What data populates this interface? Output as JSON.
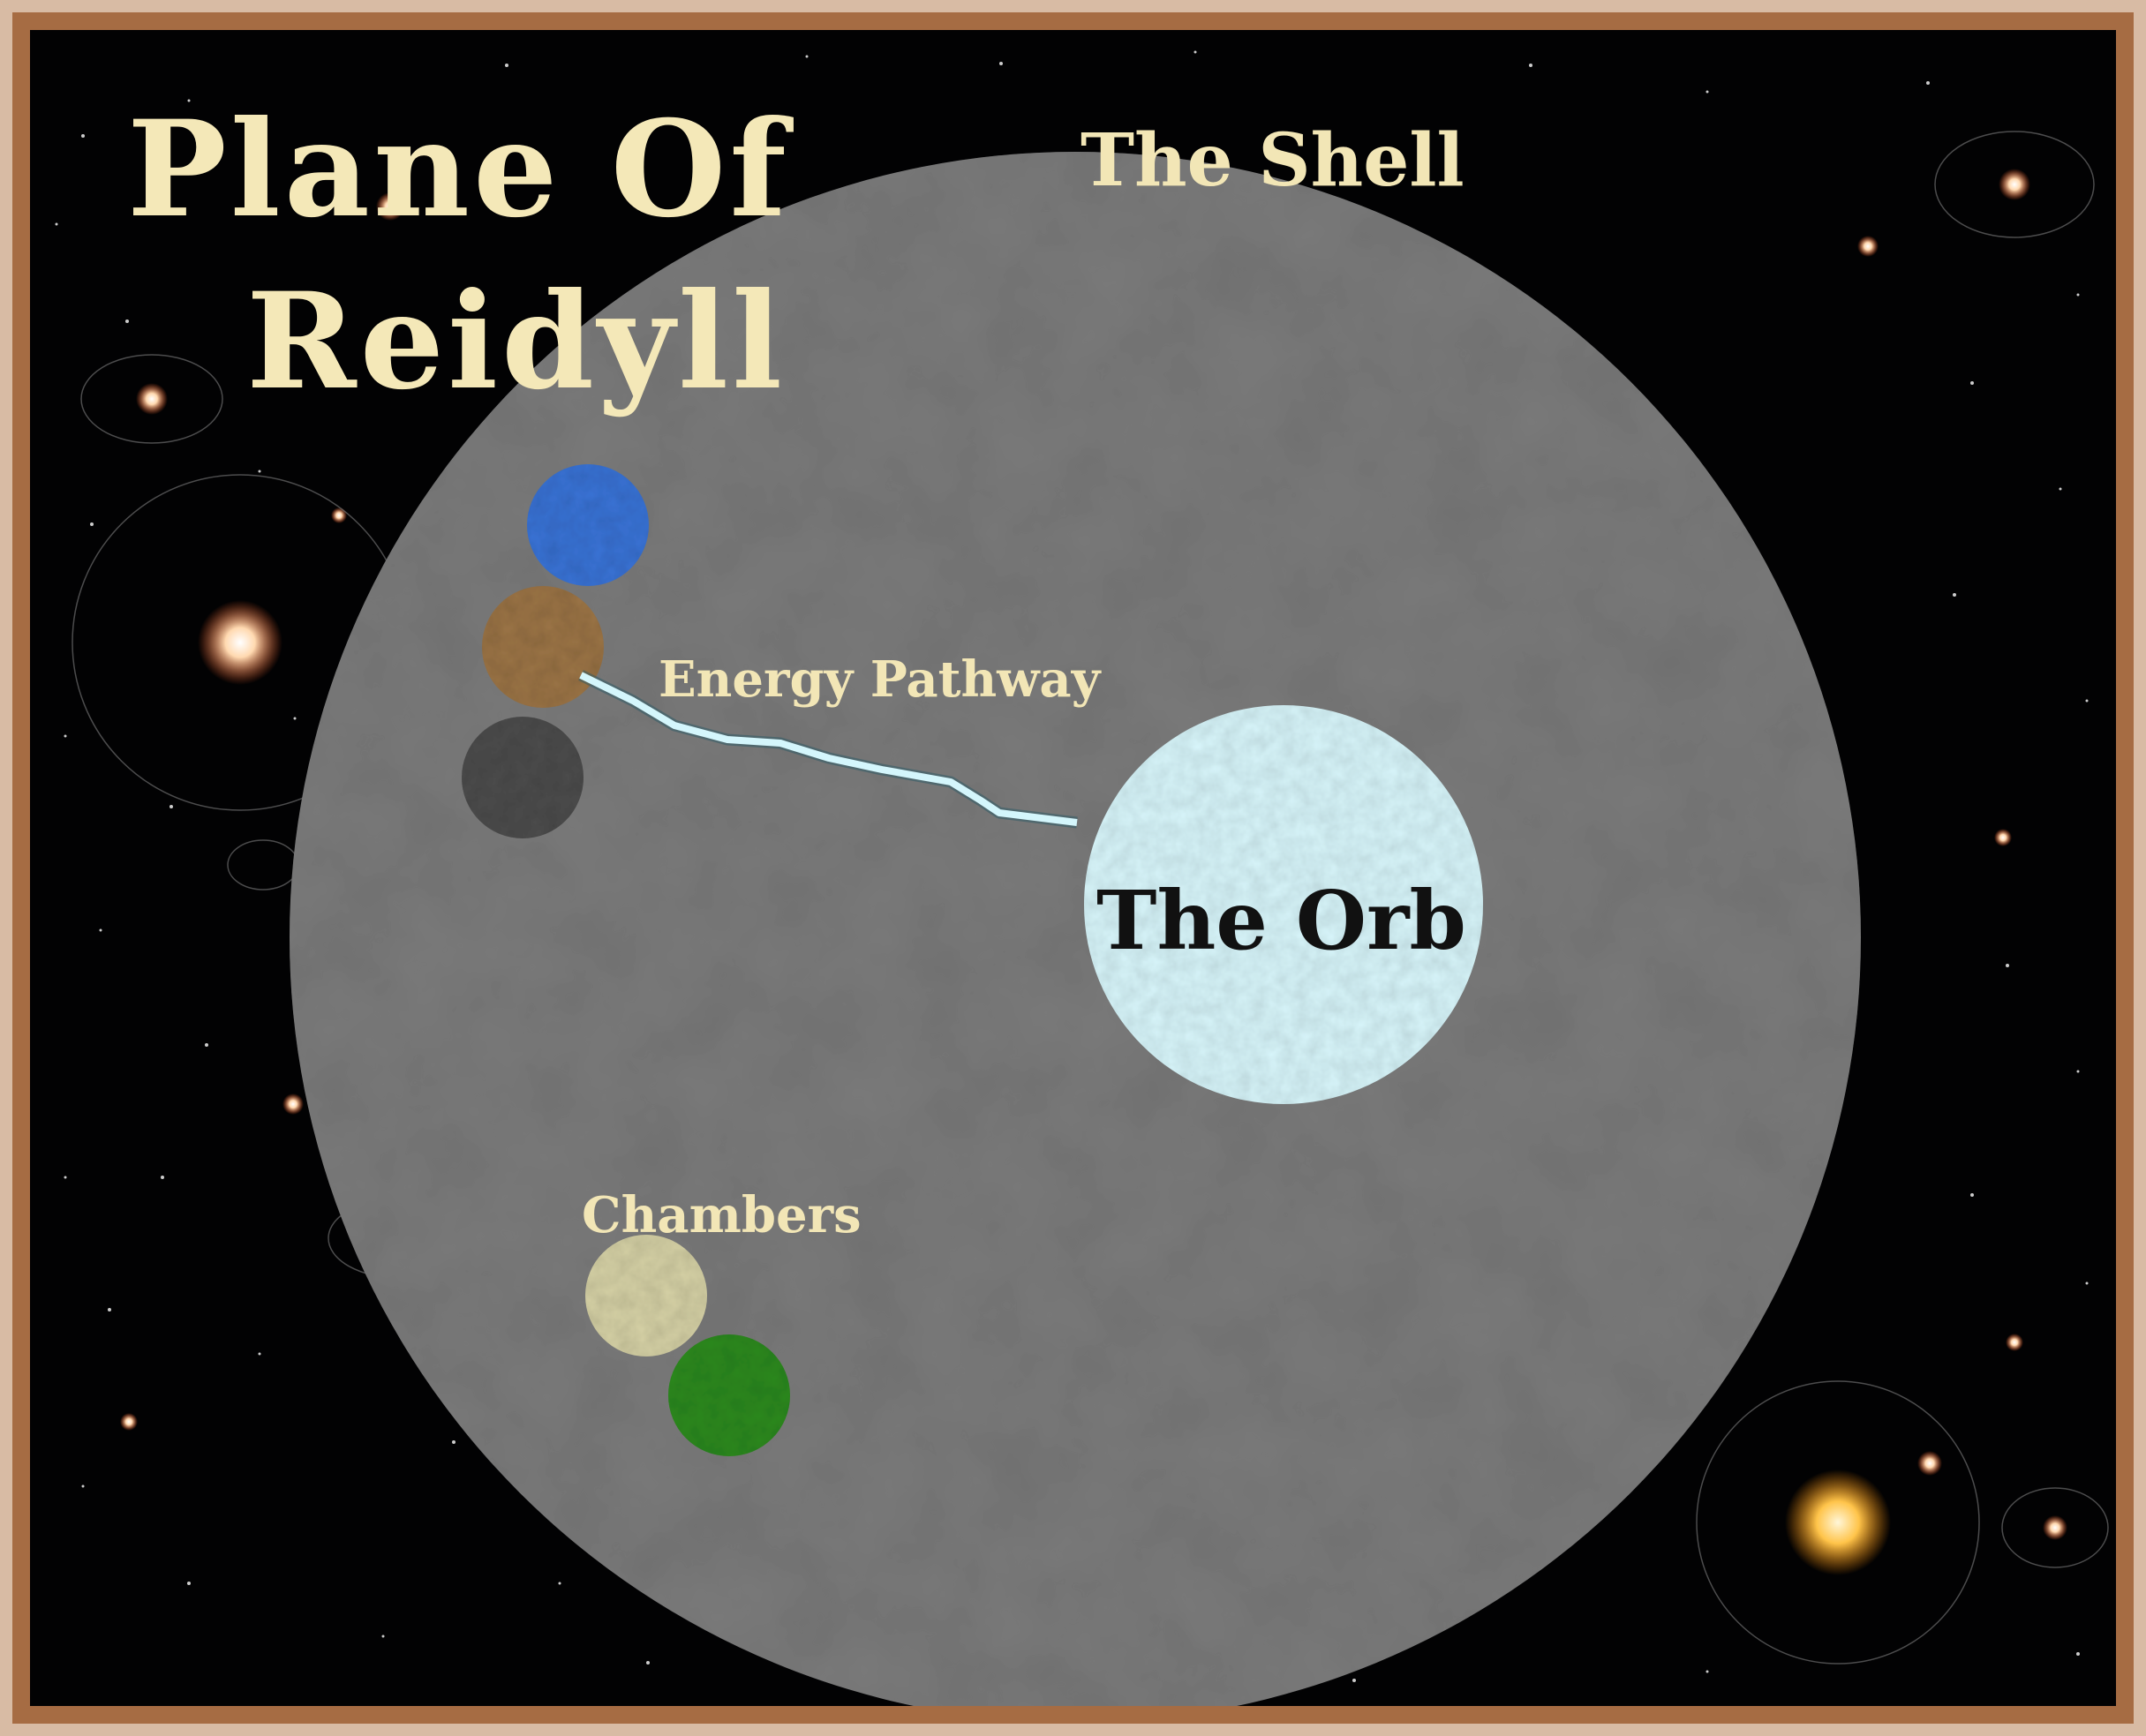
{
  "map": {
    "title_line1": "Plane Of",
    "title_line2": "Reidyll",
    "labels": {
      "shell": "The Shell",
      "energy_pathway": "Energy Pathway",
      "orb": "The Orb",
      "chambers": "Chambers"
    },
    "colors": {
      "background": "#020203",
      "frame_outer": "#d8bba4",
      "frame_inner": "#a66c43",
      "shell": "#7a7a7a",
      "orb": "#d8f6fb",
      "pathway": "#d4f6fc",
      "chamber_blue": "#3a73d6",
      "chamber_brown": "#9b7446",
      "chamber_gray": "#4e4e4e",
      "chamber_cream": "#d6d1a6",
      "chamber_green": "#2f8a22",
      "title_text": "#f4e8b8"
    }
  }
}
